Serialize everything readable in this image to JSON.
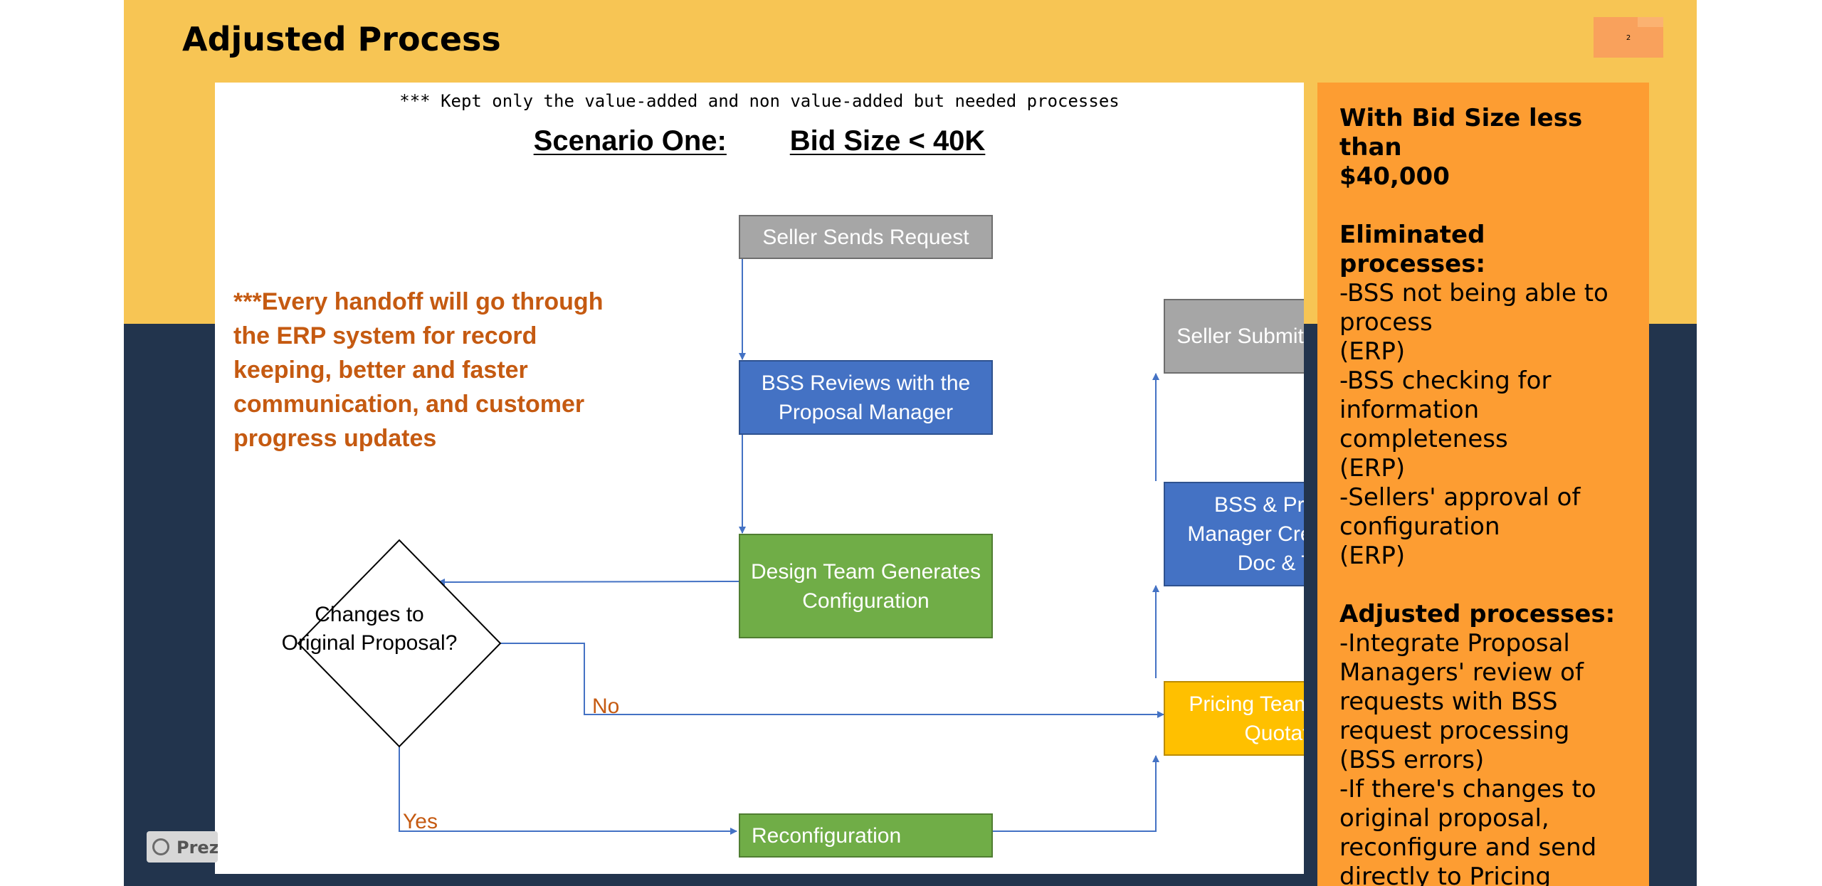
{
  "slide": {
    "title": "Adjusted Process",
    "page_number": "2",
    "colors": {
      "top_band": "#f7c554",
      "bottom_band": "#22344d",
      "side_panel": "#fd9d32",
      "accent_text": "#c55a11"
    }
  },
  "diagram": {
    "note": "*** Kept only the value-added and non value-added but needed processes",
    "scenario_label": "Scenario One:",
    "scenario_value": "Bid Size < 40K",
    "handoff_note": "***Every handoff will go through the ERP system for record keeping, better and faster communication, and customer progress updates",
    "nodes": {
      "seller_request": "Seller Sends Request",
      "bss_review": "BSS Reviews with the Proposal Manager",
      "design_team": "Design Team Generates Configuration",
      "decision": "Changes to Original Proposal?",
      "reconfiguration": "Reconfiguration",
      "pricing": "Pricing Team Creates Quotation",
      "final_doc": "BSS & Proposal Manager Create Final Doc & T&C",
      "seller_submits": "Seller Submits Proposal"
    },
    "edges": {
      "no_label": "No",
      "yes_label": "Yes"
    },
    "colors": {
      "gray": "#a6a6a6",
      "blue": "#4472c4",
      "green": "#70ad47",
      "yellow": "#ffc000",
      "connector": "#4472c4"
    }
  },
  "side_panel": {
    "heading_line1": "With Bid Size less than",
    "heading_line2": "$40,000",
    "eliminated_heading": "Eliminated processes:",
    "eliminated_lines": [
      "-BSS not being able to",
      "process",
      "(ERP)",
      "-BSS checking for",
      "information",
      "completeness",
      "(ERP)",
      "-Sellers' approval of",
      "configuration",
      "(ERP)"
    ],
    "adjusted_heading": "Adjusted processes:",
    "adjusted_lines": [
      "-Integrate Proposal",
      "Managers' review of",
      "requests with BSS",
      "request processing",
      "(BSS errors)",
      "-If there's changes to",
      "original proposal,",
      "reconfigure and send",
      "directly to Pricing"
    ]
  },
  "branding": {
    "prezi_label": "Prezi",
    "prezi_icon": "prezi-logo-icon"
  }
}
